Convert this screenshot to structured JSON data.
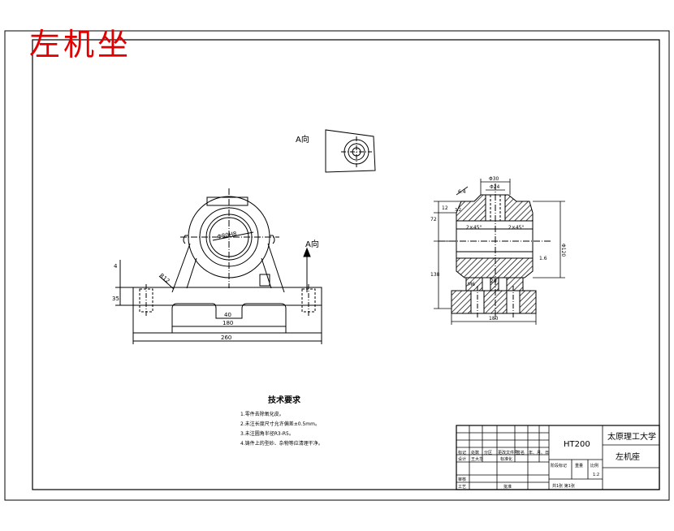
{
  "overlay_title": "左机坐",
  "view_a_label": "A向",
  "arrow_a_label": "A向",
  "front_view": {
    "bore_label": "Φ80H8",
    "dim_top_small": "4",
    "dim_left": "35",
    "dim_base_inner_1": "40",
    "dim_base_inner_2": "180",
    "dim_base_total": "260",
    "dim_r": "R12"
  },
  "side_view": {
    "dim_top_width": "Φ30",
    "dim_top_inner": "Φ24",
    "angle_label": "6.4",
    "dim_left_top": "12",
    "dim_left_upper": "72",
    "dim_left_mid": "138",
    "dim_right_height": "Φ120",
    "chamfer_left": "2×45°",
    "chamfer_right": "2×45°",
    "roughness_right": "1.6",
    "small_a": "M6",
    "small_b": "20",
    "dim_bottom_width": "180",
    "side_r": "3.2"
  },
  "tech_req": {
    "title": "技术要求",
    "items": [
      "1.零件去除氧化皮。",
      "2.未注长度尺寸允许偏差±0.5mm。",
      "3.未注圆角半径R3-R5。",
      "4.铸件上的型砂、杂物等应清理干净。"
    ]
  },
  "title_block": {
    "material": "HT200",
    "school": "太原理工大学",
    "part_name": "左机座",
    "row_labels": [
      "标记",
      "处数",
      "分区",
      "更改文件号",
      "签名",
      "年、月、日"
    ],
    "design_row": [
      "设计",
      "王大华",
      "标准化"
    ],
    "stage_labels": [
      "阶段标记",
      "重量",
      "比例"
    ],
    "scale": "1:2",
    "review": "审核",
    "process": "工艺",
    "approve": "批准",
    "sheet_info": "共1张  第1张"
  }
}
